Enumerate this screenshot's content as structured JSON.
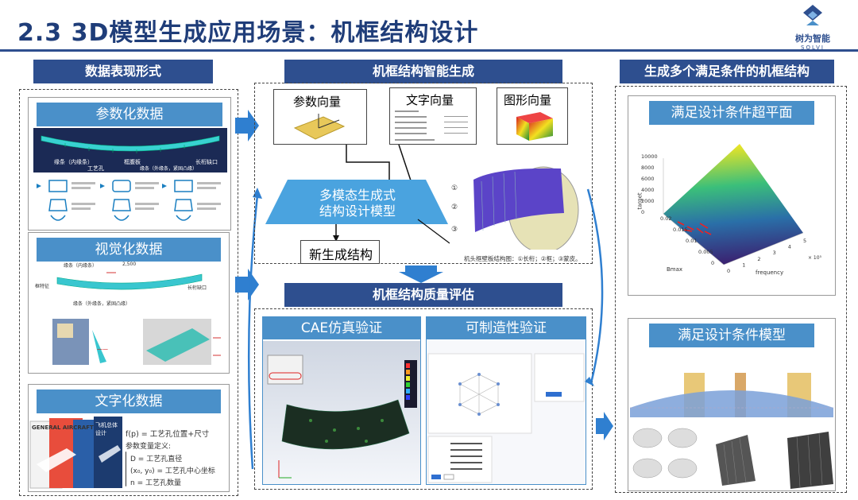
{
  "slide": {
    "title": "2.3 3D模型生成应用场景：机框结构设计",
    "logo": {
      "name": "树为智能",
      "sub": "SOLVI"
    }
  },
  "left": {
    "header": "数据表现形式",
    "param": {
      "title": "参数化数据",
      "labels": [
        "缘条（内缘条）",
        "工艺孔",
        "框腹板",
        "缘条（外缘条，紧固凸缘）",
        "长桁缺口"
      ]
    },
    "visual": {
      "title": "视觉化数据",
      "labels": [
        "缘条（内缘条）",
        "2,500",
        "框特征",
        "缘条（外缘条，紧固凸缘）",
        "长桁缺口"
      ]
    },
    "text": {
      "title": "文字化数据",
      "formula": "f(p) = 工艺孔位置+尺寸",
      "def": "参数变量定义:",
      "vars": [
        "D = 工艺孔直径",
        "(x₀, y₀) = 工艺孔中心坐标",
        "n = 工艺孔数量"
      ],
      "book1": "GENERAL AIRCRAFT",
      "book2": "飞机总体设计"
    }
  },
  "middle": {
    "header1": "机框结构智能生成",
    "param_vec": "参数向量",
    "text_vec": "文字向量",
    "graph_vec": "图形向量",
    "model": [
      "多模态生成式",
      "结构设计模型"
    ],
    "new_struct": "新生成结构",
    "caption": "机头框壁板结构图：①长桁；②框；③蒙皮。",
    "markers": [
      "①",
      "②",
      "③"
    ],
    "header2": "机框结构质量评估",
    "cae": "CAE仿真验证",
    "manu": "可制造性验证"
  },
  "right": {
    "header": "生成多个满足条件的机框结构",
    "surface_title": "满足设计条件超平面",
    "model_title": "满足设计条件模型",
    "chart_data": {
      "type": "surface3d",
      "zlabel": "target",
      "xlabel": "frequency",
      "ylabel": "Bmax",
      "zticks": [
        "0",
        "2000",
        "4000",
        "6000",
        "8000",
        "10000"
      ],
      "yticks": [
        "0",
        "0.005",
        "0.01",
        "0.015",
        "0.02"
      ],
      "xticks": [
        "0",
        "1",
        "2",
        "3",
        "4",
        "5"
      ],
      "xscale": "× 10⁵"
    }
  }
}
